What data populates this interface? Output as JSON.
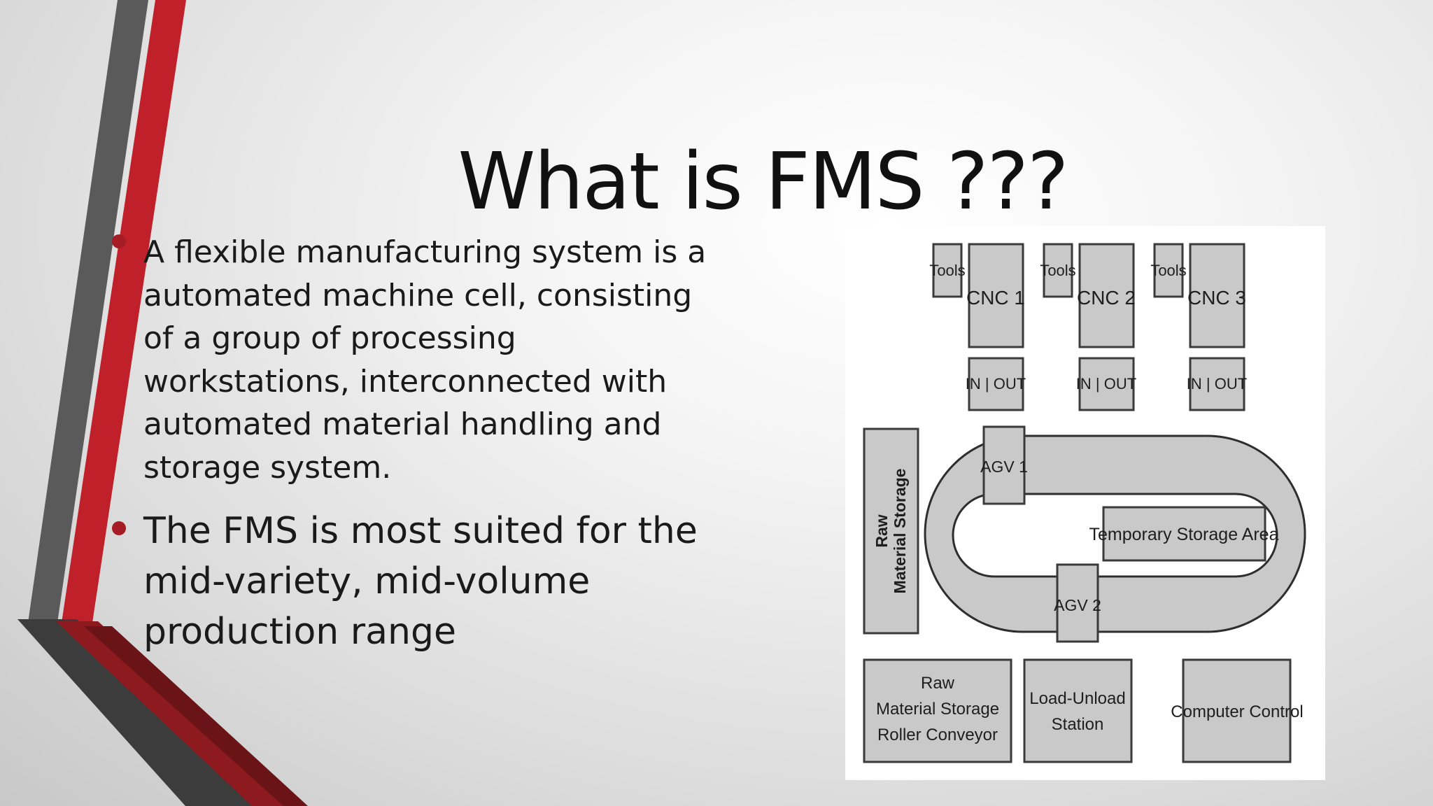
{
  "slide": {
    "title": "What is FMS ???",
    "bullets": [
      "A flexible manufacturing system is a automated machine cell, consisting of a group of processing workstations, interconnected with automated material handling and storage system.",
      "The FMS is most suited for the mid-variety, mid-volume production range"
    ]
  },
  "diagram": {
    "tools": [
      "Tools",
      "Tools",
      "Tools"
    ],
    "machines": [
      "CNC 1",
      "CNC 2",
      "CNC 3"
    ],
    "buffers": [
      "IN | OUT",
      "IN | OUT",
      "IN | OUT"
    ],
    "agvs": [
      "AGV 1",
      "AGV 2"
    ],
    "temporary_storage": "Temporary Storage Area",
    "raw_storage_vertical": [
      "Raw",
      "Material Storage"
    ],
    "raw_conveyor": [
      "Raw",
      "Material Storage",
      "Roller Conveyor"
    ],
    "load_unload": [
      "Load-Unload",
      "Station"
    ],
    "computer_control": "Computer Control"
  },
  "colors": {
    "accent_red": "#a61c24",
    "stripe_gray": "#555555",
    "box_fill": "#c9c9c9"
  }
}
